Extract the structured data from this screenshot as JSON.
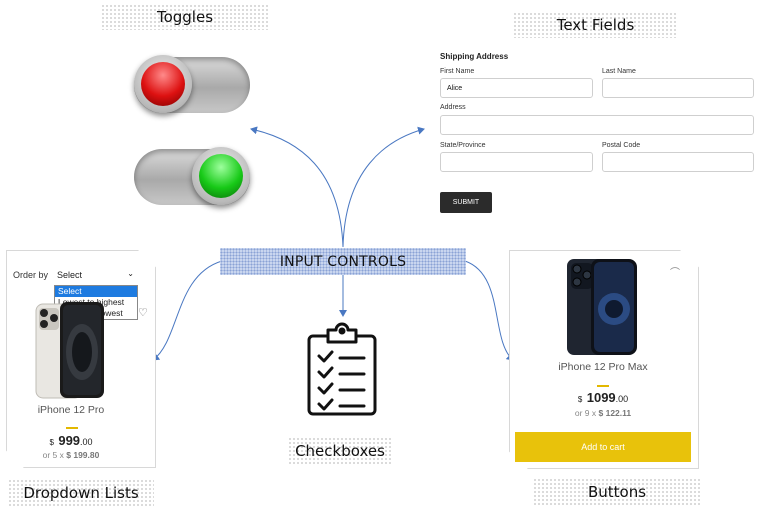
{
  "titles": {
    "center": "INPUT CONTROLS",
    "toggles": "Toggles",
    "text_fields": "Text Fields",
    "checkboxes": "Checkboxes",
    "dropdown_lists": "Dropdown Lists",
    "buttons": "Buttons"
  },
  "toggles": [
    {
      "state": "off",
      "knob_color": "#d11111"
    },
    {
      "state": "on",
      "knob_color": "#17c917"
    }
  ],
  "form": {
    "heading": "Shipping Address",
    "first_name_label": "First Name",
    "first_name_value": "Alice",
    "last_name_label": "Last Name",
    "address_label": "Address",
    "state_label": "State/Province",
    "postal_label": "Postal Code",
    "submit_label": "SUBMIT"
  },
  "dropdown_card": {
    "order_by_label": "Order by",
    "selected": "Select",
    "options": [
      "Select",
      "Lowest to highest",
      "Highest to lowest"
    ],
    "product_name": "iPhone 12 Pro",
    "currency": "$",
    "price_whole": "999",
    "price_cents": ".00",
    "installments_prefix": "or 5 x",
    "installments_value": "$ 199.80"
  },
  "button_card": {
    "product_name": "iPhone 12 Pro Max",
    "currency": "$",
    "price_whole": "1099",
    "price_cents": ".00",
    "installments_prefix": "or 9 x",
    "installments_value": "$ 122.11",
    "cart_label": "Add to cart"
  },
  "colors": {
    "accent_gold": "#e8c20b",
    "select_highlight": "#1e7be0",
    "arrow": "#4a78c2"
  }
}
